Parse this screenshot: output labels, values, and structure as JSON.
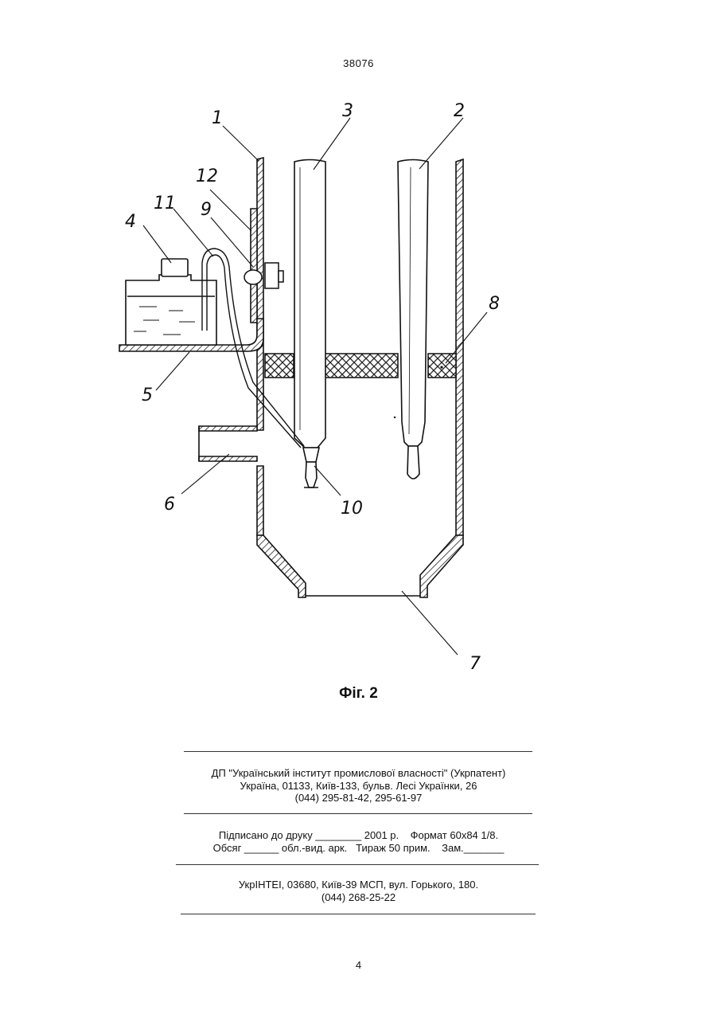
{
  "page": {
    "top_number": "38076",
    "bottom_number": "4"
  },
  "figure": {
    "caption": "Фіг. 2",
    "labels": [
      "1",
      "2",
      "3",
      "4",
      "5",
      "6",
      "7",
      "8",
      "9",
      "10",
      "11",
      "12"
    ]
  },
  "footer": {
    "publisher": [
      "ДП \"Український інститут промислової власності\" (Укрпатент)",
      "Україна, 01133, Київ-133, бульв. Лесі Українки, 26",
      "(044) 295-81-42, 295-61-97"
    ],
    "print_info": [
      "Підписано до друку ________ 2001 р.    Формат 60х84 1/8.",
      "Обсяг ______ обл.-вид. арк.   Тираж 50 прим.    Зам._______"
    ],
    "printer": [
      "УкрІНТЕІ, 03680, Київ-39 МСП, вул. Горького, 180.",
      "(044) 268-25-22"
    ]
  }
}
